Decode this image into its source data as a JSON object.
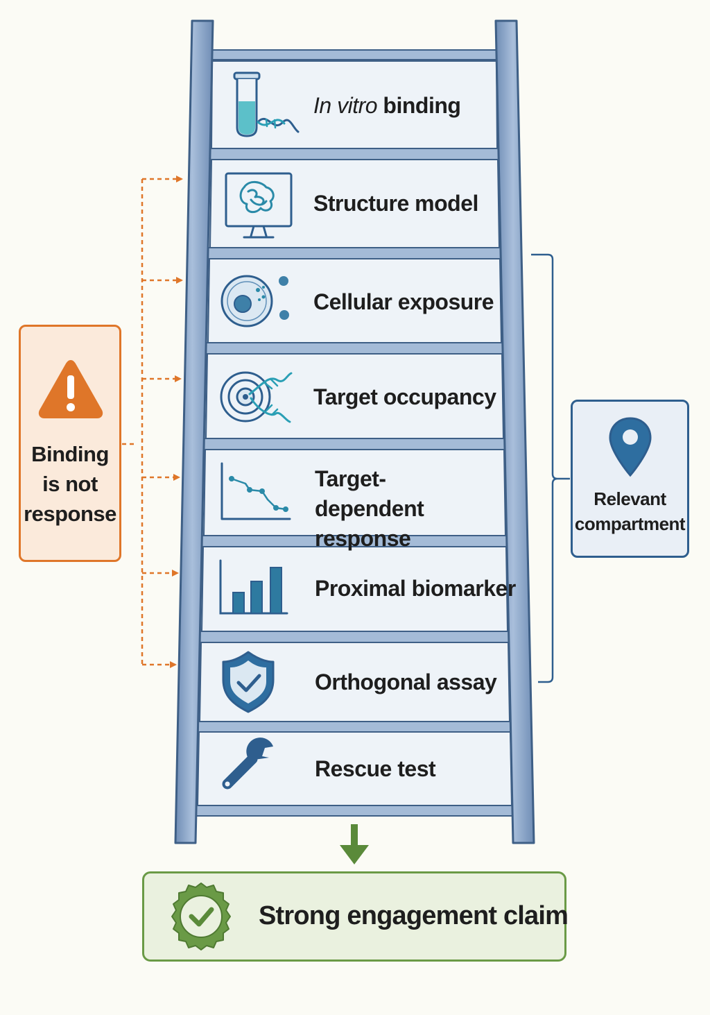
{
  "ladder": {
    "rungs": [
      {
        "icon": "test-tube-dna-icon",
        "label_em": "In vitro",
        "label_rest": " binding"
      },
      {
        "icon": "monitor-protein-structure-icon",
        "label_em": "",
        "label_rest": "Structure model"
      },
      {
        "icon": "cell-icon",
        "label_em": "",
        "label_rest": "Cellular exposure"
      },
      {
        "icon": "target-dna-icon",
        "label_em": "",
        "label_rest": "Target occupancy"
      },
      {
        "icon": "declining-line-chart-icon",
        "label_em": "",
        "label_rest": "Target-dependent response"
      },
      {
        "icon": "bar-chart-icon",
        "label_em": "",
        "label_rest": "Proximal biomarker"
      },
      {
        "icon": "shield-check-icon",
        "label_em": "",
        "label_rest": "Orthogonal assay"
      },
      {
        "icon": "wrench-icon",
        "label_em": "",
        "label_rest": "Rescue test"
      }
    ]
  },
  "warning_callout": {
    "icon": "warning-triangle-icon",
    "text": "Binding\nis not\nresponse"
  },
  "compartment_callout": {
    "icon": "location-pin-icon",
    "text": "Relevant\ncompartment"
  },
  "result": {
    "icon": "badge-check-icon",
    "text": "Strong engagement claim"
  },
  "colors": {
    "ladder_rail": "#8da7c8",
    "ladder_outline": "#3e5f86",
    "step_fill": "#eef3f8",
    "warning_orange": "#df7629",
    "navy": "#2e5e8e",
    "teal": "#2a8aa8",
    "success_green": "#6a9a46"
  }
}
